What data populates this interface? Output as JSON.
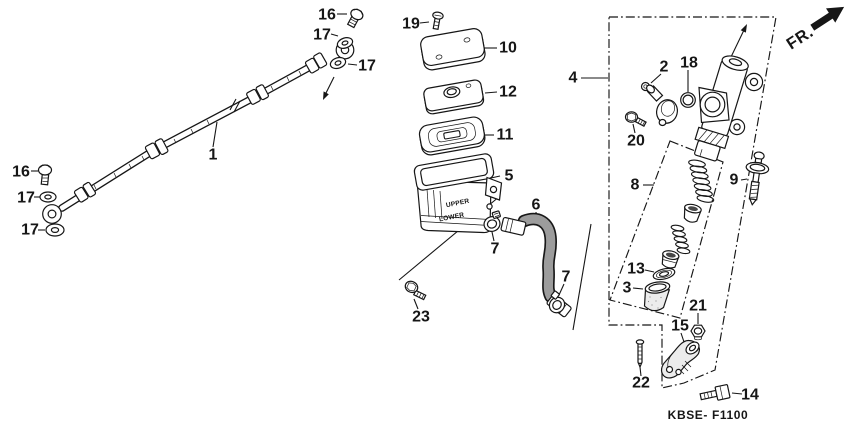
{
  "diagram": {
    "code": "KBSE- F1100",
    "direction_label": "FR.",
    "reservoir_marking_upper": "UPPER",
    "reservoir_marking_lower": "LOWER"
  },
  "callouts": {
    "brake_hose": "1",
    "joint_elbow": "2",
    "boot": "3",
    "assembly": "4",
    "reservoir": "5",
    "reservoir_hose": "6",
    "clamp_upper": "7",
    "clamp_lower": "7",
    "piston_set": "8",
    "push_rod": "9",
    "reservoir_cap": "10",
    "diaphragm": "11",
    "plate": "12",
    "washer": "13",
    "joint_bolt": "14",
    "clevis": "15",
    "bolt_upper": "16",
    "bolt_lower": "16",
    "washer_upper_a": "17",
    "washer_upper_b": "17",
    "washer_lower_a": "17",
    "washer_lower_b": "17",
    "o_ring": "18",
    "cap_screw": "19",
    "pivot_bolt": "20",
    "nut": "21",
    "pin": "22",
    "reservoir_bolt": "23"
  }
}
